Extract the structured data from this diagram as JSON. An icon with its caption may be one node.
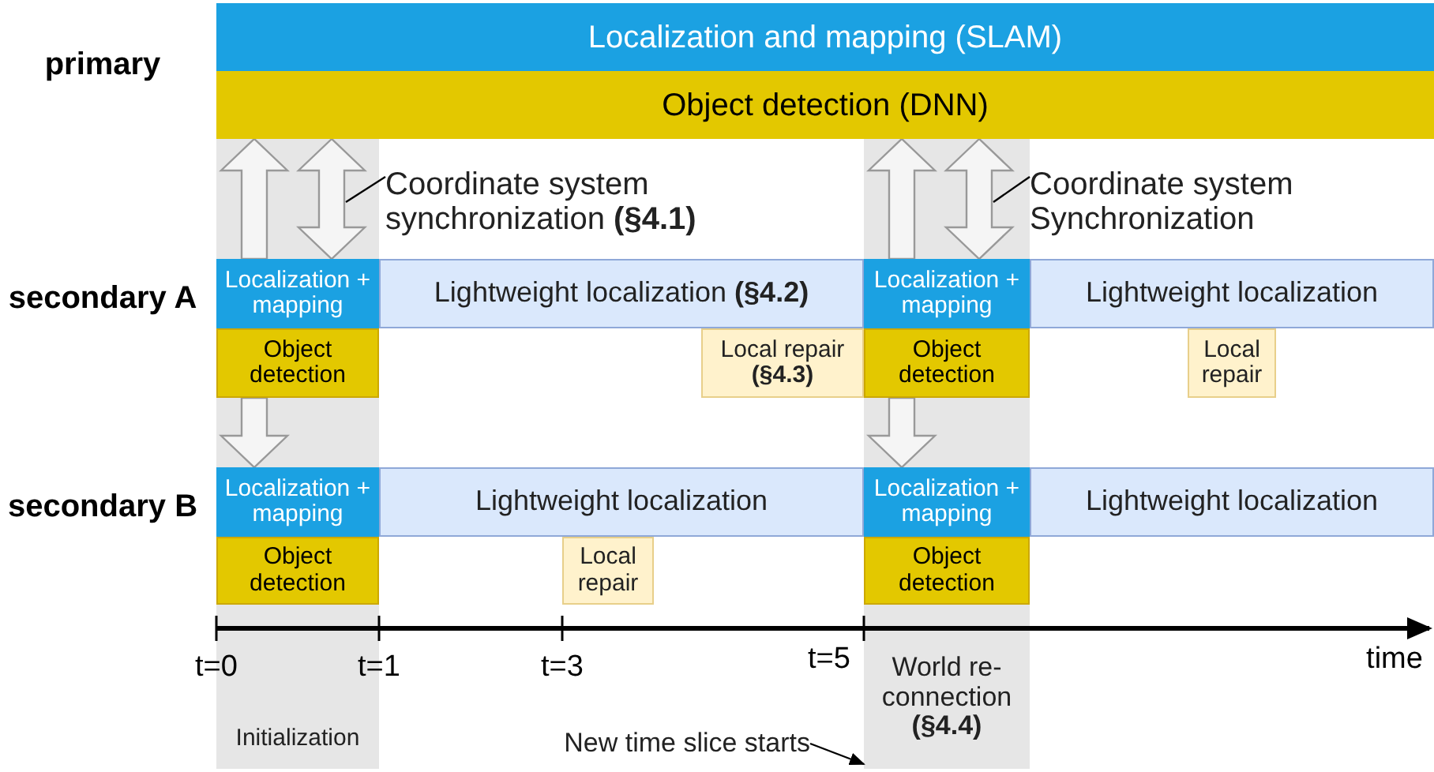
{
  "diagram": {
    "nodes": [
      {
        "text": [
          "Localization and mapping (SLAM)"
        ]
      },
      {
        "text": [
          "Object detection (DNN)"
        ]
      },
      {
        "text": [
          "Initialization"
        ]
      },
      {
        "text": [
          "Localization + mapping"
        ],
        "in": 2
      },
      {
        "text": [
          "Object detection"
        ],
        "in": 2
      },
      {
        "text": [
          "Localization + mapping"
        ],
        "in": 2
      },
      {
        "text": [
          "Object detection"
        ],
        "in": 2
      },
      {
        "text": [
          "World re-connection **(§4.4)**"
        ]
      },
      {
        "text": [
          "Localization + mapping"
        ],
        "in": 7
      },
      {
        "text": [
          "Object detection"
        ],
        "in": 7
      },
      {
        "text": [
          "Localization + mapping"
        ],
        "in": 7
      },
      {
        "text": [
          "Object detection"
        ],
        "in": 7
      },
      {
        "text": [
          "Lightweight localization **(§4.2)**"
        ]
      },
      {
        "text": [
          "Local repair **(§4.3)**"
        ]
      },
      {
        "text": [
          "Lightweight localization"
        ]
      },
      {
        "text": [
          "Local repair"
        ]
      },
      {
        "text": [
          "Lightweight localization"
        ]
      },
      {
        "text": [
          "Local repair"
        ]
      },
      {
        "text": [
          "Lightweight localization"
        ]
      },
      {
        "text": [
          "Coordinate system synchronization **(§4.1)**"
        ]
      },
      {
        "text": [
          "Coordinate system Synchronization"
        ]
      },
      {
        "text": [
          "New time slice starts"
        ]
      }
    ],
    "edges": [
      {
        "from": 3,
        "to": 1,
        "arrow": "to"
      },
      {
        "from": 1,
        "to": 3,
        "arrow": "both"
      },
      {
        "from": 4,
        "to": 5,
        "arrow": "to"
      },
      {
        "from": 8,
        "to": 1,
        "arrow": "to"
      },
      {
        "from": 1,
        "to": 8,
        "arrow": "both"
      },
      {
        "from": 9,
        "to": 10,
        "arrow": "to"
      },
      {
        "from": 19,
        "to": null,
        "arrow": "none"
      },
      {
        "from": 20,
        "to": null,
        "arrow": "none"
      },
      {
        "from": 21,
        "to": 7,
        "arrow": "to"
      }
    ],
    "labels": [
      "primary",
      "secondary A",
      "secondary B",
      "t=0",
      "t=1",
      "t=3",
      "t=5",
      "time"
    ]
  }
}
